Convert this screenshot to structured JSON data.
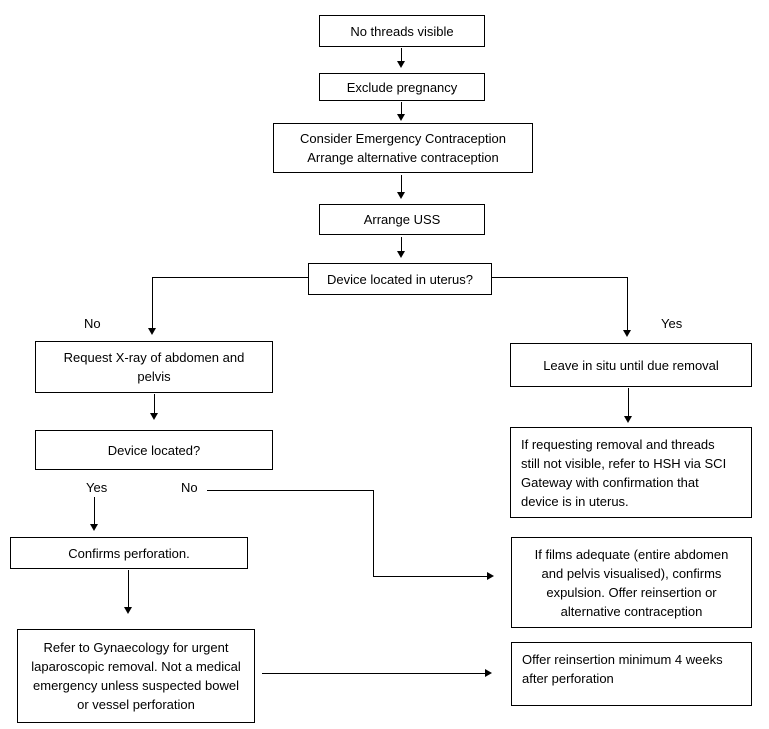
{
  "nodes": {
    "no_threads": "No threads visible",
    "exclude_pregnancy": "Exclude pregnancy",
    "consider_ec": "Consider Emergency Contraception\nArrange alternative contraception",
    "arrange_uss": "Arrange USS",
    "device_in_uterus": "Device located in uterus?",
    "request_xray": "Request X-ray of abdomen and\npelvis",
    "device_located": "Device located?",
    "confirms_perforation": "Confirms perforation.",
    "refer_gynae": "Refer to Gynaecology for urgent\nlaparoscopic removal. Not a medical\nemergency unless suspected bowel\nor vessel perforation",
    "leave_in_situ": "Leave in situ until due removal",
    "if_requesting_removal": "If requesting removal and threads\nstill not visible, refer to HSH via SCI\nGateway with confirmation that\ndevice is in uterus.",
    "if_films_adequate": "If films adequate (entire abdomen\nand pelvis visualised), confirms\nexpulsion. Offer reinsertion or\nalternative contraception",
    "offer_reinsertion": "Offer reinsertion minimum 4 weeks\nafter perforation"
  },
  "labels": {
    "branch_no": "No",
    "branch_yes": "Yes",
    "located_yes": "Yes",
    "located_no": "No"
  },
  "colors": {
    "line": "#000000",
    "text": "#000000",
    "background": "#ffffff"
  }
}
